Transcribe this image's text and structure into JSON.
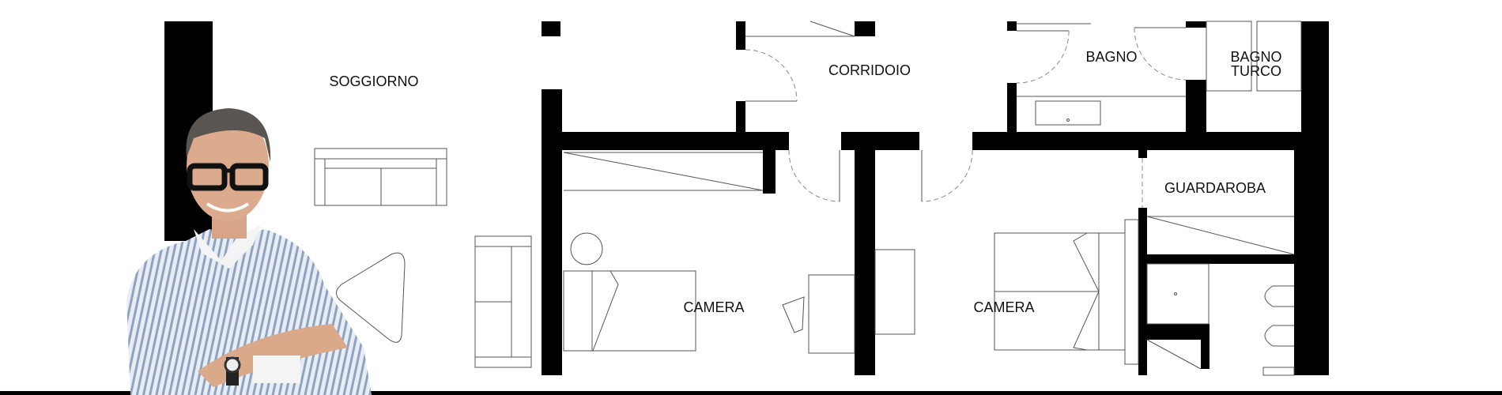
{
  "plan": {
    "rooms": {
      "soggiorno": "SOGGIORNO",
      "corridoio": "CORRIDOIO",
      "bagno": "BAGNO",
      "bagno_turco_line1": "BAGNO",
      "bagno_turco_line2": "TURCO",
      "guardaroba": "GUARDAROBA",
      "camera_1": "CAMERA",
      "camera_2": "CAMERA"
    }
  },
  "colors": {
    "wall": "#000000",
    "line": "#555555",
    "shirt_stripe": "#8fa3c0"
  }
}
